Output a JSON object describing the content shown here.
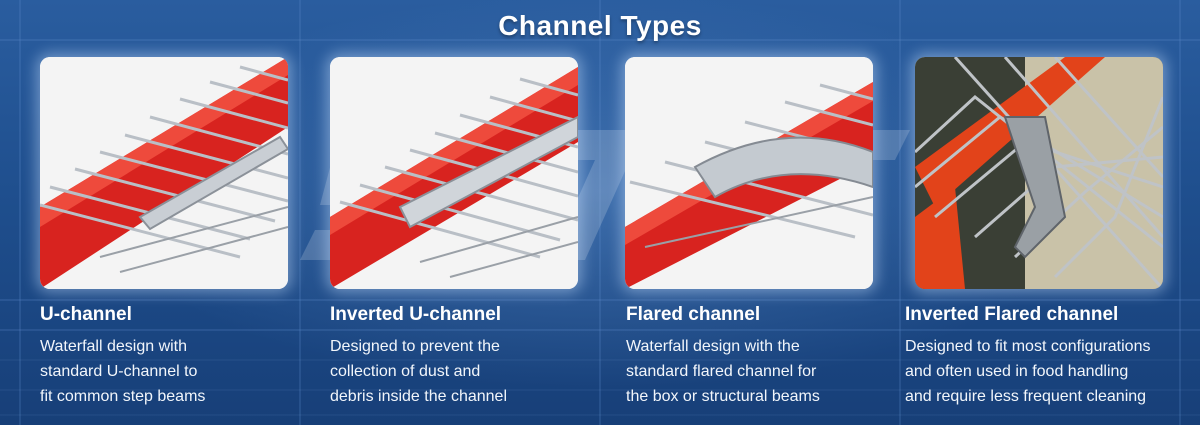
{
  "page": {
    "title": "Channel Types"
  },
  "channels": [
    {
      "name": "U-channel",
      "lines": [
        "Waterfall design with",
        "standard U-channel to",
        "fit common step beams"
      ]
    },
    {
      "name": "Inverted U-channel",
      "lines": [
        "Designed to prevent the",
        "collection of dust and",
        "debris inside the channel"
      ]
    },
    {
      "name": "Flared channel",
      "lines": [
        "Waterfall design with the",
        "standard flared channel for",
        "the box or structural beams"
      ]
    },
    {
      "name": "Inverted Flared channel",
      "lines": [
        "Designed to fit most configurations",
        "and often used in food handling",
        "and require less frequent cleaning"
      ]
    }
  ],
  "colors": {
    "background": "#1f4f8e",
    "beam_red": "#d8231f",
    "wire_silver": "#b9bfc6",
    "text": "#ffffff"
  }
}
